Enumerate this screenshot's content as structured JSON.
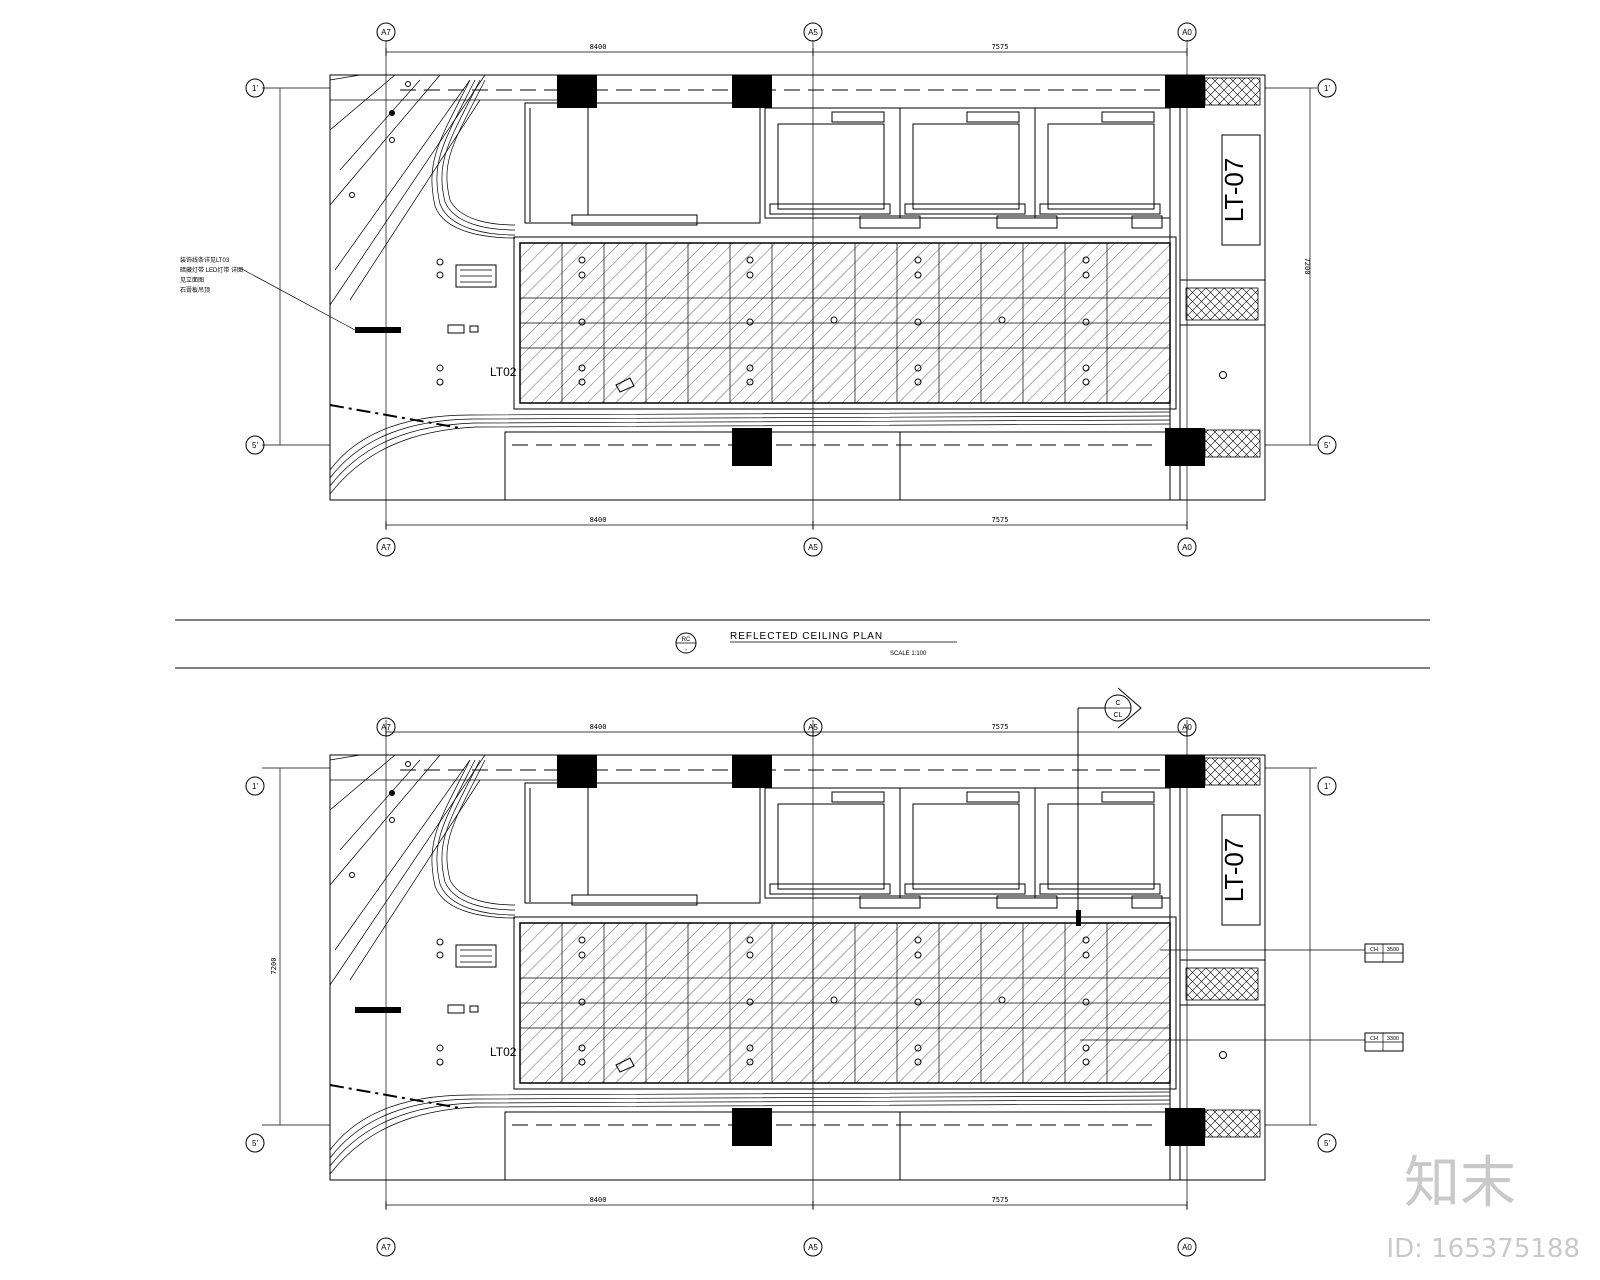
{
  "title_block": {
    "title": "REFLECTED CEILING PLAN",
    "symbol_top": "RC",
    "symbol_bottom": "-",
    "scale": "SCALE 1:100"
  },
  "grid": {
    "columns": [
      "A7",
      "A5",
      "A0"
    ],
    "rows": [
      "1'",
      "5'"
    ]
  },
  "dimensions": {
    "left_span": "8400",
    "right_span": "7575",
    "height": "7200"
  },
  "labels": {
    "lt02": "LT02",
    "lt07": "LT-07",
    "section_marker_top": "C",
    "section_marker_bottom": "CL",
    "leader_note": [
      "装饰线条详见LT03",
      "暗藏灯带 LED灯带 详图",
      "见立面图",
      "石膏板吊顶"
    ]
  },
  "tags": [
    {
      "a": "CH",
      "b": "3500"
    },
    {
      "a": "CH",
      "b": "3300"
    }
  ],
  "watermark": {
    "logo": "知末",
    "id": "ID: 165375188"
  }
}
